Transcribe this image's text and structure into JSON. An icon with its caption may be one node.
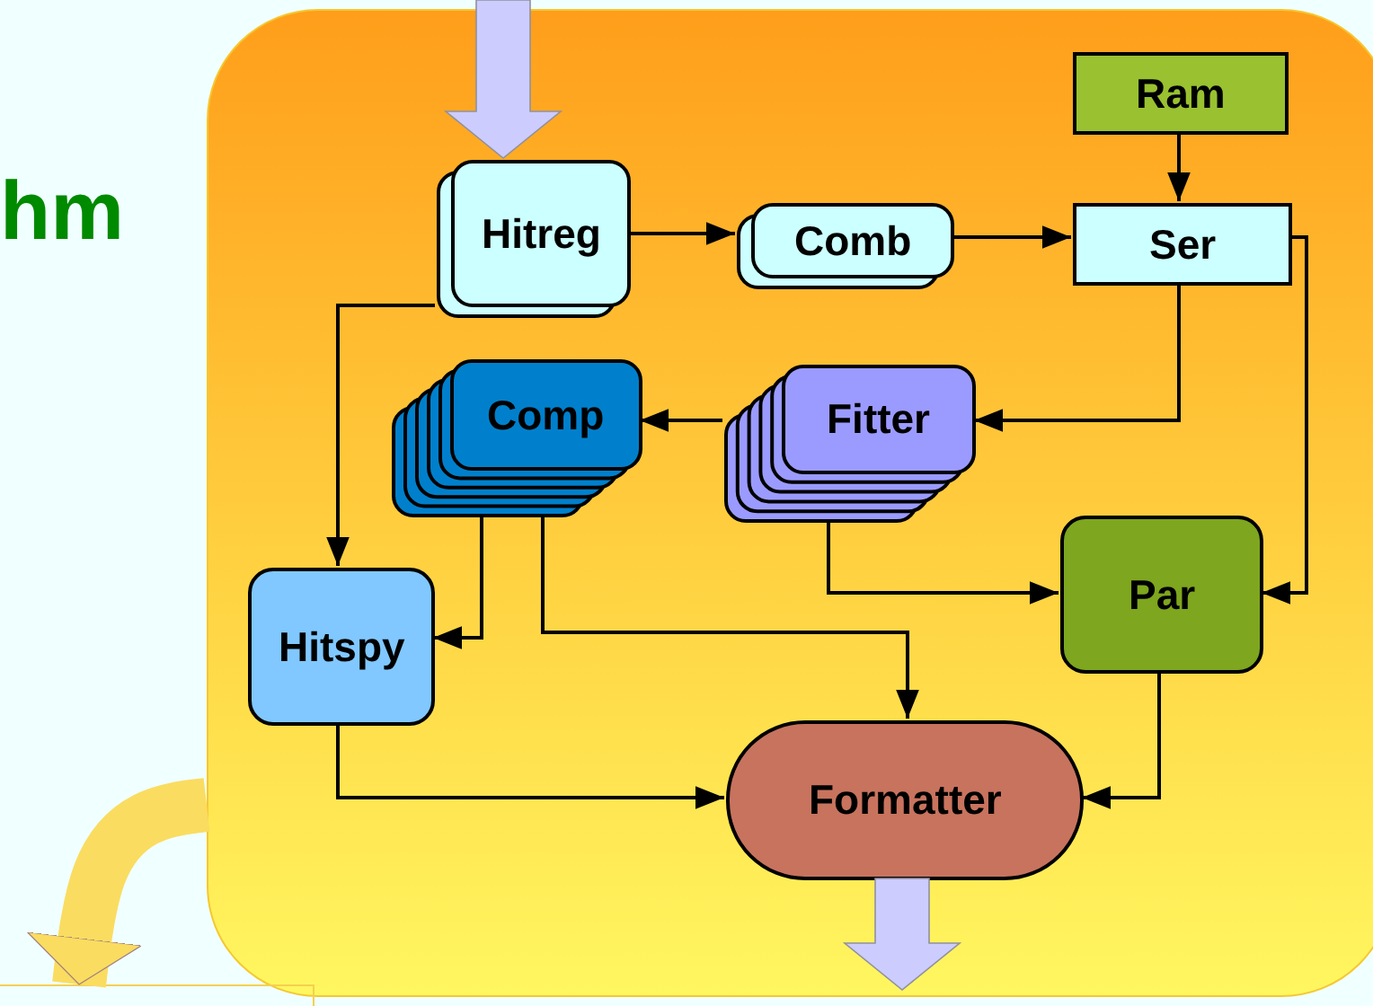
{
  "diagram": {
    "nodes": [
      {
        "text": [],
        "shape": "box"
      },
      {
        "text": [
          "Hitreg"
        ],
        "in": 0
      },
      {
        "text": [
          "Comb"
        ],
        "in": 0
      },
      {
        "text": [
          "Ram"
        ],
        "in": 0
      },
      {
        "text": [
          "Ser"
        ],
        "in": 0
      },
      {
        "text": [
          "Comp"
        ],
        "in": 0
      },
      {
        "text": [
          "Fitter"
        ],
        "in": 0
      },
      {
        "text": [
          "Hitspy"
        ],
        "in": 0
      },
      {
        "text": [
          "Par"
        ],
        "in": 0
      },
      {
        "text": [
          "Formatter"
        ],
        "in": 0
      },
      {
        "text": [],
        "shape": "box"
      }
    ],
    "edges": [
      {
        "from": null,
        "to": 1,
        "arrow": "to",
        "style": "thick",
        "color": "#ccccff"
      },
      {
        "from": 1,
        "to": 2,
        "arrow": "to"
      },
      {
        "from": 2,
        "to": 4,
        "arrow": "to"
      },
      {
        "from": 3,
        "to": 4,
        "arrow": "to"
      },
      {
        "from": 4,
        "to": 6,
        "arrow": "to"
      },
      {
        "from": 6,
        "to": 5,
        "arrow": "to"
      },
      {
        "from": 1,
        "to": 7,
        "arrow": "to"
      },
      {
        "from": 5,
        "to": 7,
        "arrow": "to"
      },
      {
        "from": 5,
        "to": 9,
        "arrow": "to"
      },
      {
        "from": 6,
        "to": 8,
        "arrow": "to"
      },
      {
        "from": 4,
        "to": 8,
        "arrow": "to"
      },
      {
        "from": 7,
        "to": 9,
        "arrow": "to"
      },
      {
        "from": 8,
        "to": 9,
        "arrow": "to"
      },
      {
        "from": 9,
        "to": null,
        "arrow": "to",
        "style": "thick",
        "color": "#ccccff"
      },
      {
        "from": 0,
        "to": 10,
        "arrow": "to",
        "style": "thick",
        "color": "#fadc60"
      }
    ],
    "labels": [
      "hm"
    ]
  }
}
